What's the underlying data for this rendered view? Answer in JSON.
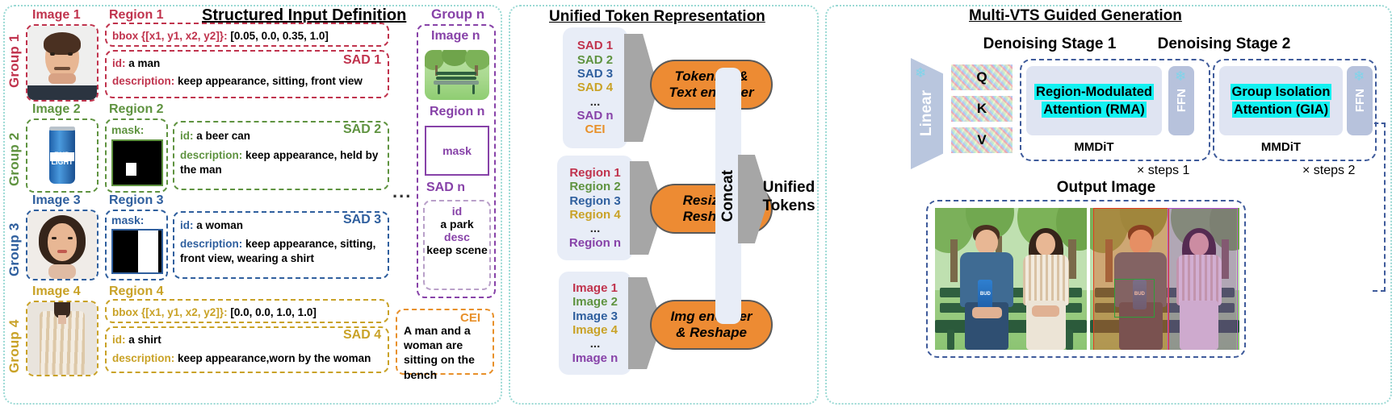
{
  "panels": {
    "left_title": "Structured Input Definition",
    "middle_title": "Unified Token Representation",
    "right_title": "Multi-VTS Guided Generation"
  },
  "colors": {
    "group1": "#c0334d",
    "group2": "#5f9340",
    "group3": "#2f5f9e",
    "group4": "#c9a227",
    "groupn": "#8742a8",
    "cei": "#e8902a",
    "panel_border": "#9ad9d4",
    "pill": "#ed8b33",
    "highlight": "#12f1f1",
    "stage_border": "#3f5b9b",
    "token_bg": "#e8edf7"
  },
  "left": {
    "dots": "...",
    "groups": [
      {
        "group_label": "Group 1",
        "image_header": "Image 1",
        "region_header": "Region 1",
        "region_type": "bbox",
        "bbox_key": "bbox {[x1, y1, x2, y2]}:",
        "bbox_value": "[0.05, 0.0, 0.35, 1.0]",
        "sad_tag": "SAD 1",
        "id_key": "id:",
        "id_value": "a man",
        "desc_key": "description:",
        "desc_value": "keep appearance, sitting, front view"
      },
      {
        "group_label": "Group 2",
        "image_header": "Image 2",
        "region_header": "Region 2",
        "region_type": "mask",
        "mask_label": "mask:",
        "sad_tag": "SAD 2",
        "id_key": "id:",
        "id_value": "a beer can",
        "desc_key": "description:",
        "desc_value": "keep appearance, held by the man"
      },
      {
        "group_label": "Group 3",
        "image_header": "Image 3",
        "region_header": "Region 3",
        "region_type": "mask",
        "mask_label": "mask:",
        "sad_tag": "SAD 3",
        "id_key": "id:",
        "id_value": "a woman",
        "desc_key": "description:",
        "desc_value": "keep appearance, sitting, front view, wearing a shirt"
      },
      {
        "group_label": "Group 4",
        "image_header": "Image 4",
        "region_header": "Region 4",
        "region_type": "bbox",
        "bbox_key": "bbox {[x1, y1, x2, y2]}:",
        "bbox_value": "[0.0, 0.0, 1.0, 1.0]",
        "sad_tag": "SAD 4",
        "id_key": "id:",
        "id_value": "a shirt",
        "desc_key": "description:",
        "desc_value": "keep appearance,worn by the woman"
      }
    ],
    "group_n": {
      "group_label": "Group n",
      "image_header": "Image n",
      "region_header": "Region n",
      "mask_label": "mask",
      "sad_tag": "SAD n",
      "id_key": "id",
      "id_value": "a park",
      "desc_key": "desc",
      "desc_value": "keep scene"
    },
    "cei": {
      "tag": "CEI",
      "text": "A man and a woman are sitting on the bench"
    }
  },
  "middle": {
    "columns": [
      {
        "name": "sad-tokens",
        "items": [
          "SAD 1",
          "SAD 2",
          "SAD 3",
          "SAD 4",
          "...",
          "SAD n",
          "CEI"
        ],
        "pill_line1": "Tokenizer&",
        "pill_line2": "Text encoder"
      },
      {
        "name": "region-tokens",
        "items": [
          "Region 1",
          "Region 2",
          "Region 3",
          "Region 4",
          "...",
          "Region n"
        ],
        "pill_line1": "Resize &",
        "pill_line2": "Reshape"
      },
      {
        "name": "image-tokens",
        "items": [
          "Image 1",
          "Image 2",
          "Image 3",
          "Image 4",
          "...",
          "Image n"
        ],
        "pill_line1": "Img encoder",
        "pill_line2": "& Reshape"
      }
    ],
    "concat_label": "Concat",
    "output_line1": "Unified",
    "output_line2": "Tokens"
  },
  "right": {
    "linear_label": "Linear",
    "qkv": [
      "Q",
      "K",
      "V"
    ],
    "stages": [
      {
        "header": "Denoising  Stage 1",
        "attention_line1": "Region-Modulated",
        "attention_line2": "Attention (RMA)",
        "ffn_label": "FFN",
        "block_label": "MMDiT",
        "steps_label": "× steps 1"
      },
      {
        "header": "Denoising Stage 2",
        "attention_line1": "Group Isolation",
        "attention_line2": "Attention (GIA)",
        "ffn_label": "FFN",
        "block_label": "MMDiT",
        "steps_label": "× steps 2"
      }
    ],
    "output_title": "Output Image",
    "can_text_line1": "BUD",
    "can_text_line2": "LIGHT"
  }
}
